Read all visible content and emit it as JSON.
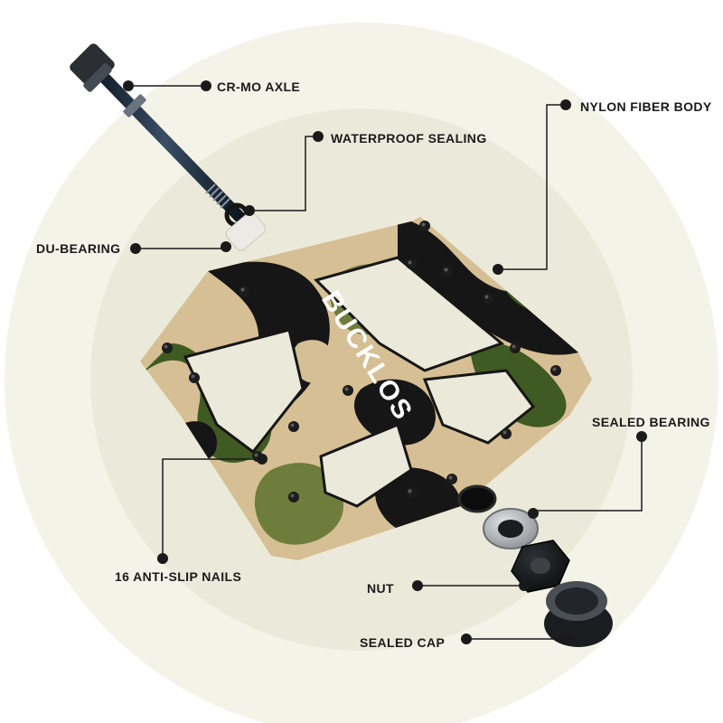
{
  "colors": {
    "background_outer": "#f4f3e8",
    "background_inner": "#ebeada",
    "leader_line": "#1a1a1a",
    "label_text": "#1a1a1a",
    "camo_tan": "#d6bf94",
    "camo_olive": "#6e7d3c",
    "camo_green": "#3f5a22",
    "camo_black": "#161616",
    "metal_silver": "#b9bcbf",
    "axle_black": "#1c2a3a"
  },
  "product": {
    "brand_text": "BUCKLOS"
  },
  "callouts": [
    {
      "id": "cr-mo-axle",
      "text": "CR-MO AXLE"
    },
    {
      "id": "waterproof-sealing",
      "text": "WATERPROOF SEALING"
    },
    {
      "id": "nylon-fiber-body",
      "text": "NYLON FIBER BODY"
    },
    {
      "id": "du-bearing",
      "text": "DU-BEARING"
    },
    {
      "id": "sealed-bearing",
      "text": "SEALED BEARING"
    },
    {
      "id": "anti-slip-nails",
      "text": "16 ANTI-SLIP NAILS"
    },
    {
      "id": "nut",
      "text": "NUT"
    },
    {
      "id": "sealed-cap",
      "text": "SEALED CAP"
    }
  ]
}
